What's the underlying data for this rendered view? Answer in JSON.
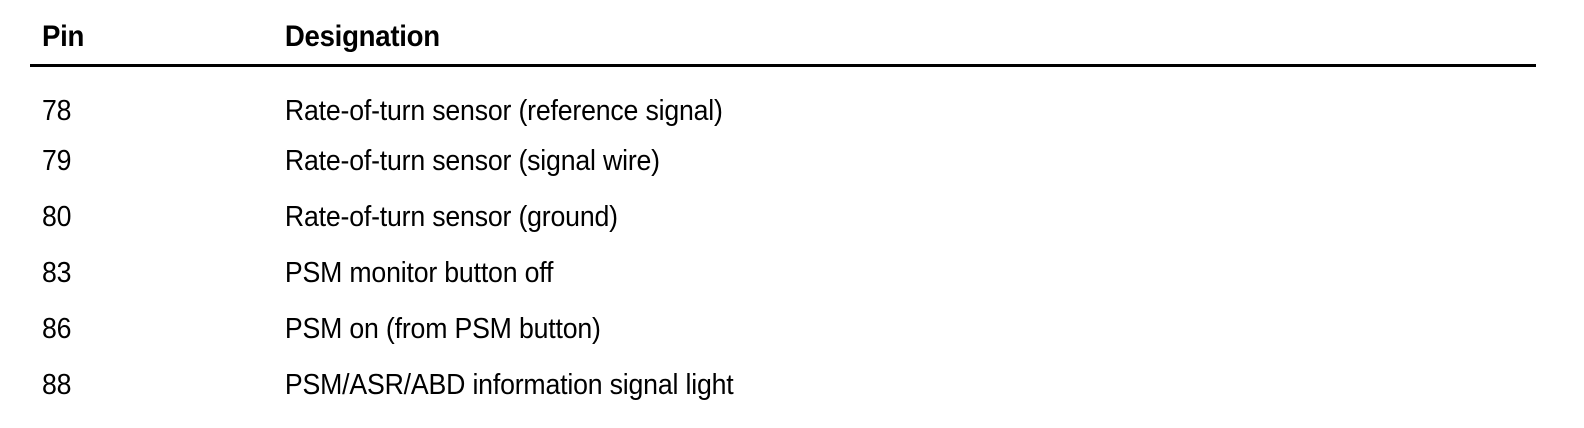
{
  "document": {
    "type": "pin-assignment-table",
    "background_color": "#ffffff",
    "text_color": "#000000"
  },
  "table": {
    "name": "pin-designation-table",
    "rule_color": "#000000",
    "columns": [
      {
        "key": "pin",
        "label": "Pin"
      },
      {
        "key": "designation",
        "label": "Designation"
      }
    ],
    "rows": [
      {
        "pin": "78",
        "designation": "Rate-of-turn sensor (reference signal)"
      },
      {
        "pin": "79",
        "designation": "Rate-of-turn sensor (signal wire)"
      },
      {
        "pin": "80",
        "designation": "Rate-of-turn sensor (ground)"
      },
      {
        "pin": "83",
        "designation": "PSM monitor button off"
      },
      {
        "pin": "86",
        "designation": "PSM on (from PSM button)"
      },
      {
        "pin": "88",
        "designation": "PSM/ASR/ABD information signal light"
      }
    ]
  }
}
